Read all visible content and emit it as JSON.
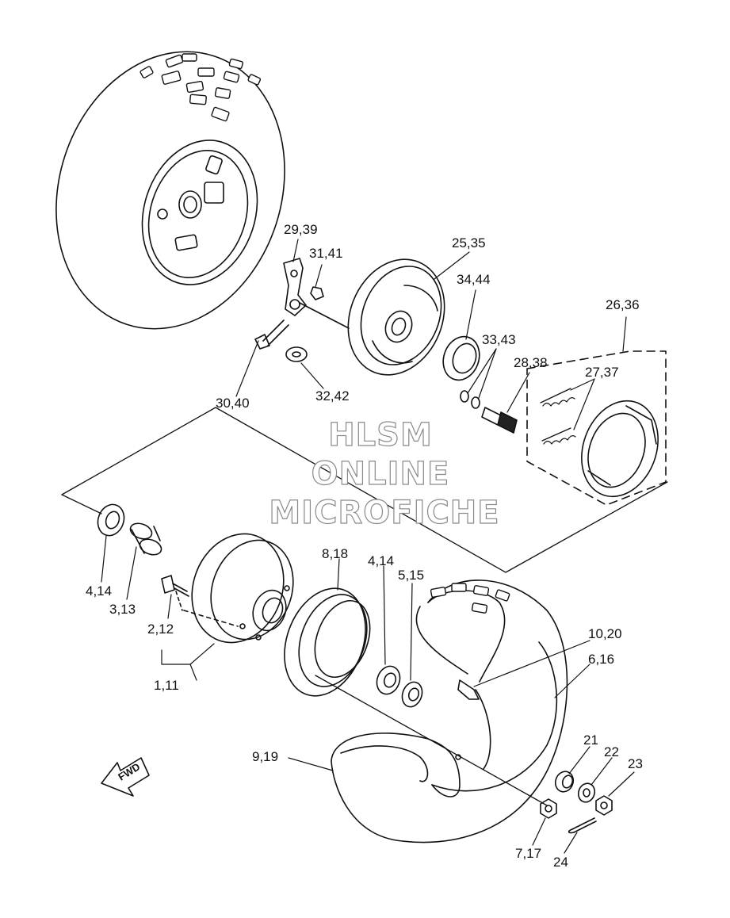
{
  "watermark": {
    "line1": "HLSM",
    "line2": "ONLINE",
    "line3": "MICROFICHE"
  },
  "direction_label": "FWD",
  "callouts": [
    {
      "id": "29-39",
      "text": "29,39"
    },
    {
      "id": "31-41",
      "text": "31,41"
    },
    {
      "id": "25-35",
      "text": "25,35"
    },
    {
      "id": "34-44",
      "text": "34,44"
    },
    {
      "id": "26-36",
      "text": "26,36"
    },
    {
      "id": "33-43",
      "text": "33,43"
    },
    {
      "id": "28-38",
      "text": "28,38"
    },
    {
      "id": "27-37",
      "text": "27,37"
    },
    {
      "id": "30-40",
      "text": "30,40"
    },
    {
      "id": "32-42",
      "text": "32,42"
    },
    {
      "id": "4-14a",
      "text": "4,14"
    },
    {
      "id": "3-13",
      "text": "3,13"
    },
    {
      "id": "2-12",
      "text": "2,12"
    },
    {
      "id": "1-11",
      "text": "1,11"
    },
    {
      "id": "8-18",
      "text": "8,18"
    },
    {
      "id": "4-14b",
      "text": "4,14"
    },
    {
      "id": "5-15",
      "text": "5,15"
    },
    {
      "id": "10-20",
      "text": "10,20"
    },
    {
      "id": "6-16",
      "text": "6,16"
    },
    {
      "id": "9-19",
      "text": "9,19"
    },
    {
      "id": "21",
      "text": "21"
    },
    {
      "id": "22",
      "text": "22"
    },
    {
      "id": "23",
      "text": "23"
    },
    {
      "id": "7-17",
      "text": "7,17"
    },
    {
      "id": "24",
      "text": "24"
    }
  ]
}
